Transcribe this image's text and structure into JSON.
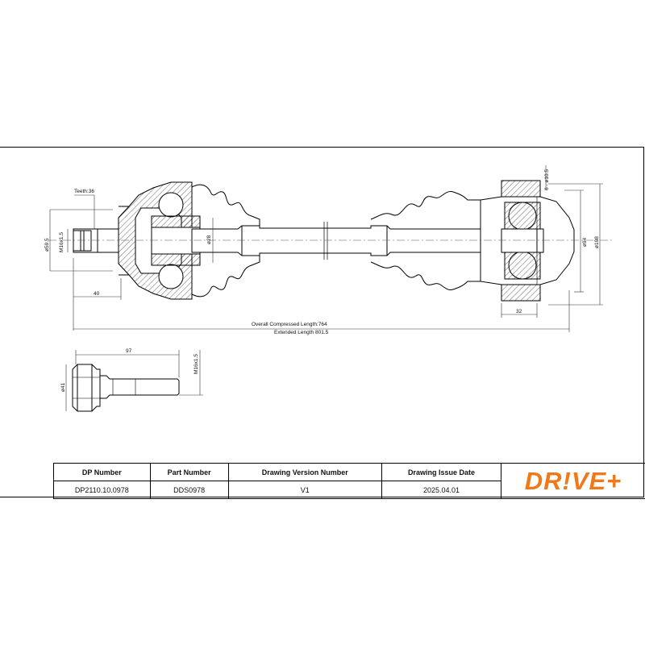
{
  "dimensions": {
    "teeth": "Teeth:36",
    "thread_left": "M16x1.5",
    "dia_59": "ø59.5",
    "len_40": "40",
    "dia_28": "ø28",
    "overall_compressed": "Overall  Compressed  Length:764",
    "extended_length": "Extended  Length  801.5",
    "holes": "6 - ø10.5",
    "dia_94": "ø94",
    "dia_108": "ø108",
    "len_32": "32",
    "bolt_len_97": "97",
    "bolt_dia_41": "ø41",
    "bolt_thread": "M16x1.5"
  },
  "title_block": {
    "headers": [
      "DP Number",
      "Part Number",
      "Drawing Version Number",
      "Drawing Issue Date"
    ],
    "values": [
      "DP2110.10.0978",
      "DDS0978",
      "V1",
      "2025.04.01"
    ]
  },
  "logo": {
    "text": "DR!VE+",
    "color": "#f07a1a"
  }
}
